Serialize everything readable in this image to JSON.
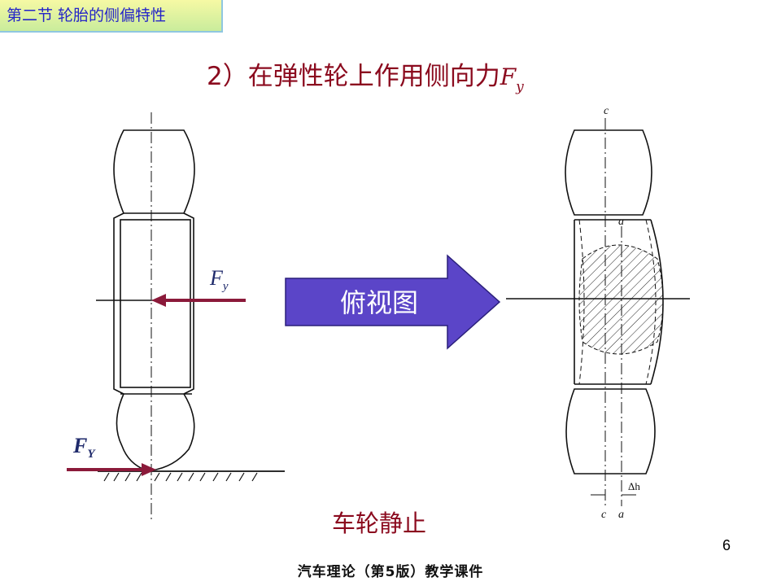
{
  "header": {
    "section_tag": "第二节  轮胎的侧偏特性"
  },
  "title": {
    "text": "2）在弹性轮上作用侧向力",
    "force_symbol": "F",
    "force_subscript": "y"
  },
  "left_figure": {
    "force_label_main": "F",
    "force_label_main_sub": "y",
    "force_label_ground": "F",
    "force_label_ground_sub": "Y",
    "arrow_color": "#8b1a3a"
  },
  "center_arrow": {
    "label": "俯视图",
    "fill_color": "#5b45c8"
  },
  "right_figure": {
    "label_c_top": "c",
    "label_a_top": "a",
    "label_c_bottom": "c",
    "label_a_bottom": "a",
    "label_delta_h": "Δh"
  },
  "bottom_caption": "车轮静止",
  "page_number": "6",
  "footer": "汽车理论（第5版）教学课件"
}
